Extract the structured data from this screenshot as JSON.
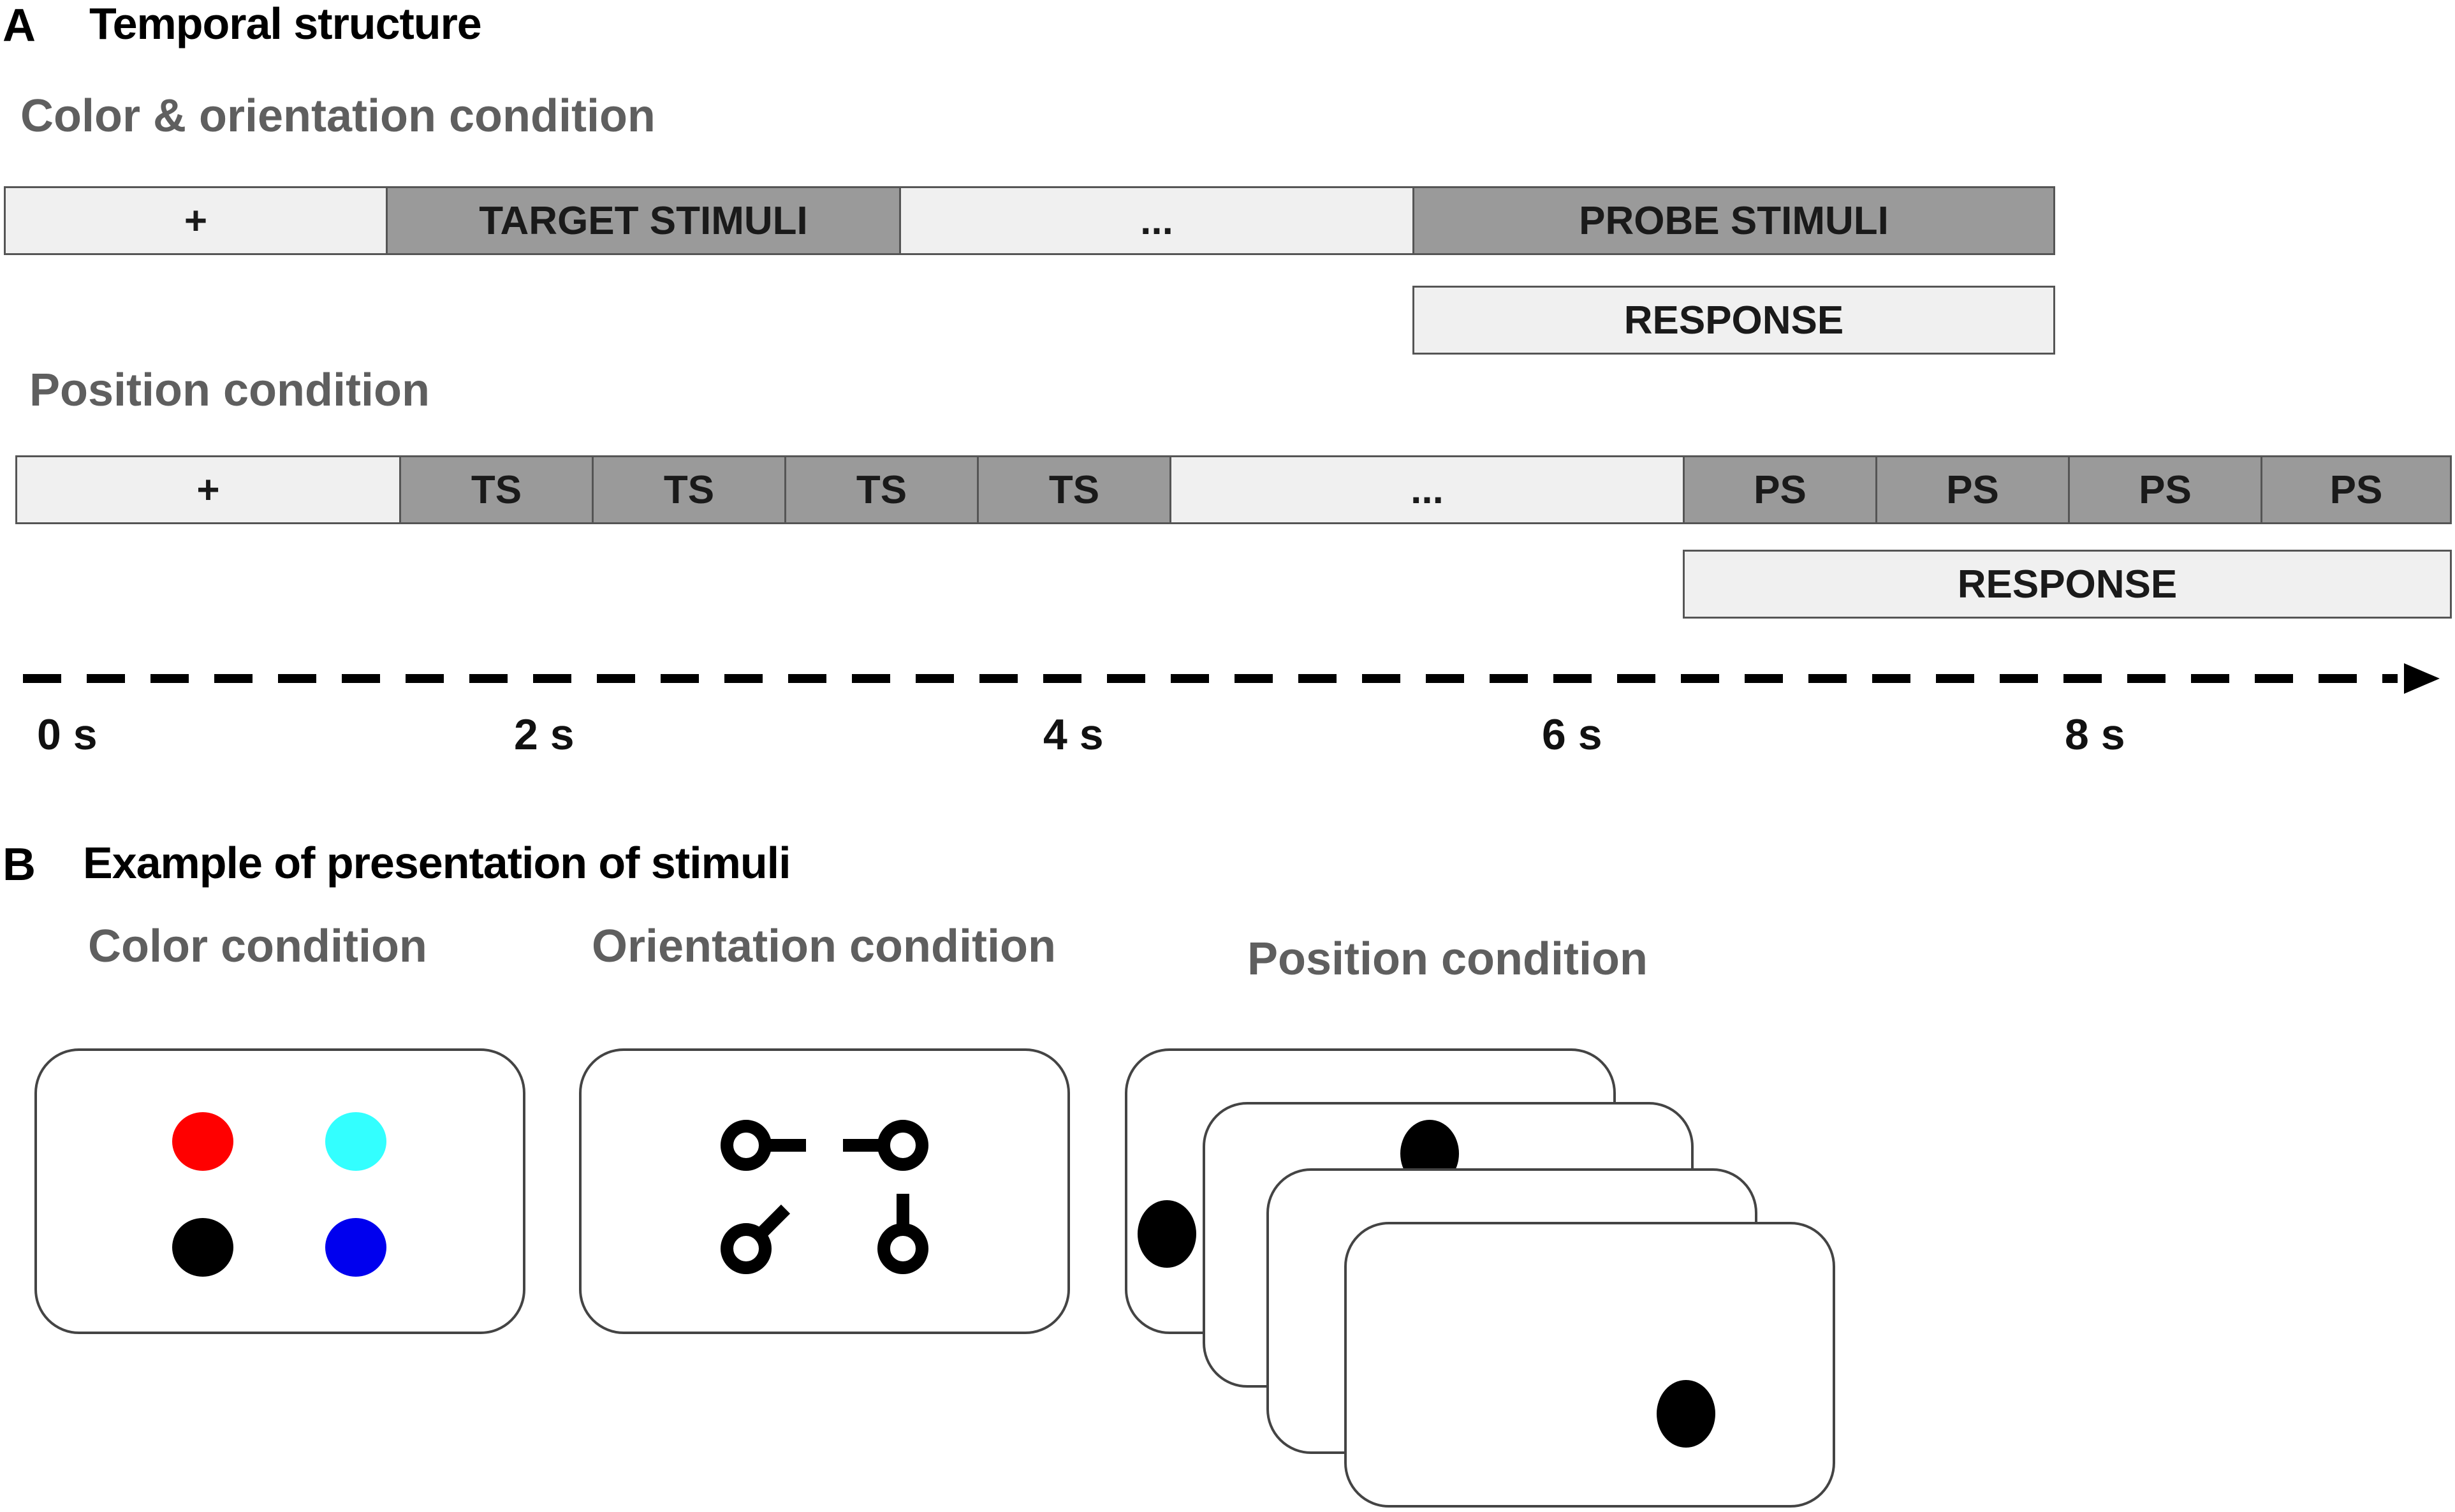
{
  "panel_a": {
    "letter": "A",
    "title": "Temporal structure",
    "color_orientation": {
      "title": "Color & orientation condition",
      "segments": [
        "+",
        "TARGET STIMULI",
        "...",
        "PROBE STIMULI"
      ],
      "response": "RESPONSE"
    },
    "position": {
      "title": "Position condition",
      "segments": [
        "+",
        "TS",
        "TS",
        "TS",
        "TS",
        "...",
        "PS",
        "PS",
        "PS",
        "PS"
      ],
      "response": "RESPONSE"
    },
    "timeline_ticks": [
      "0 s",
      "2 s",
      "4 s",
      "6 s",
      "8 s"
    ]
  },
  "panel_b": {
    "letter": "B",
    "title": "Example of presentation of stimuli",
    "color_condition": {
      "title": "Color condition",
      "dot_colors": [
        "#ff0000",
        "#33ffff",
        "#000000",
        "#0000ee"
      ]
    },
    "orientation_condition": {
      "title": "Orientation condition"
    },
    "position_condition": {
      "title": "Position condition"
    }
  }
}
